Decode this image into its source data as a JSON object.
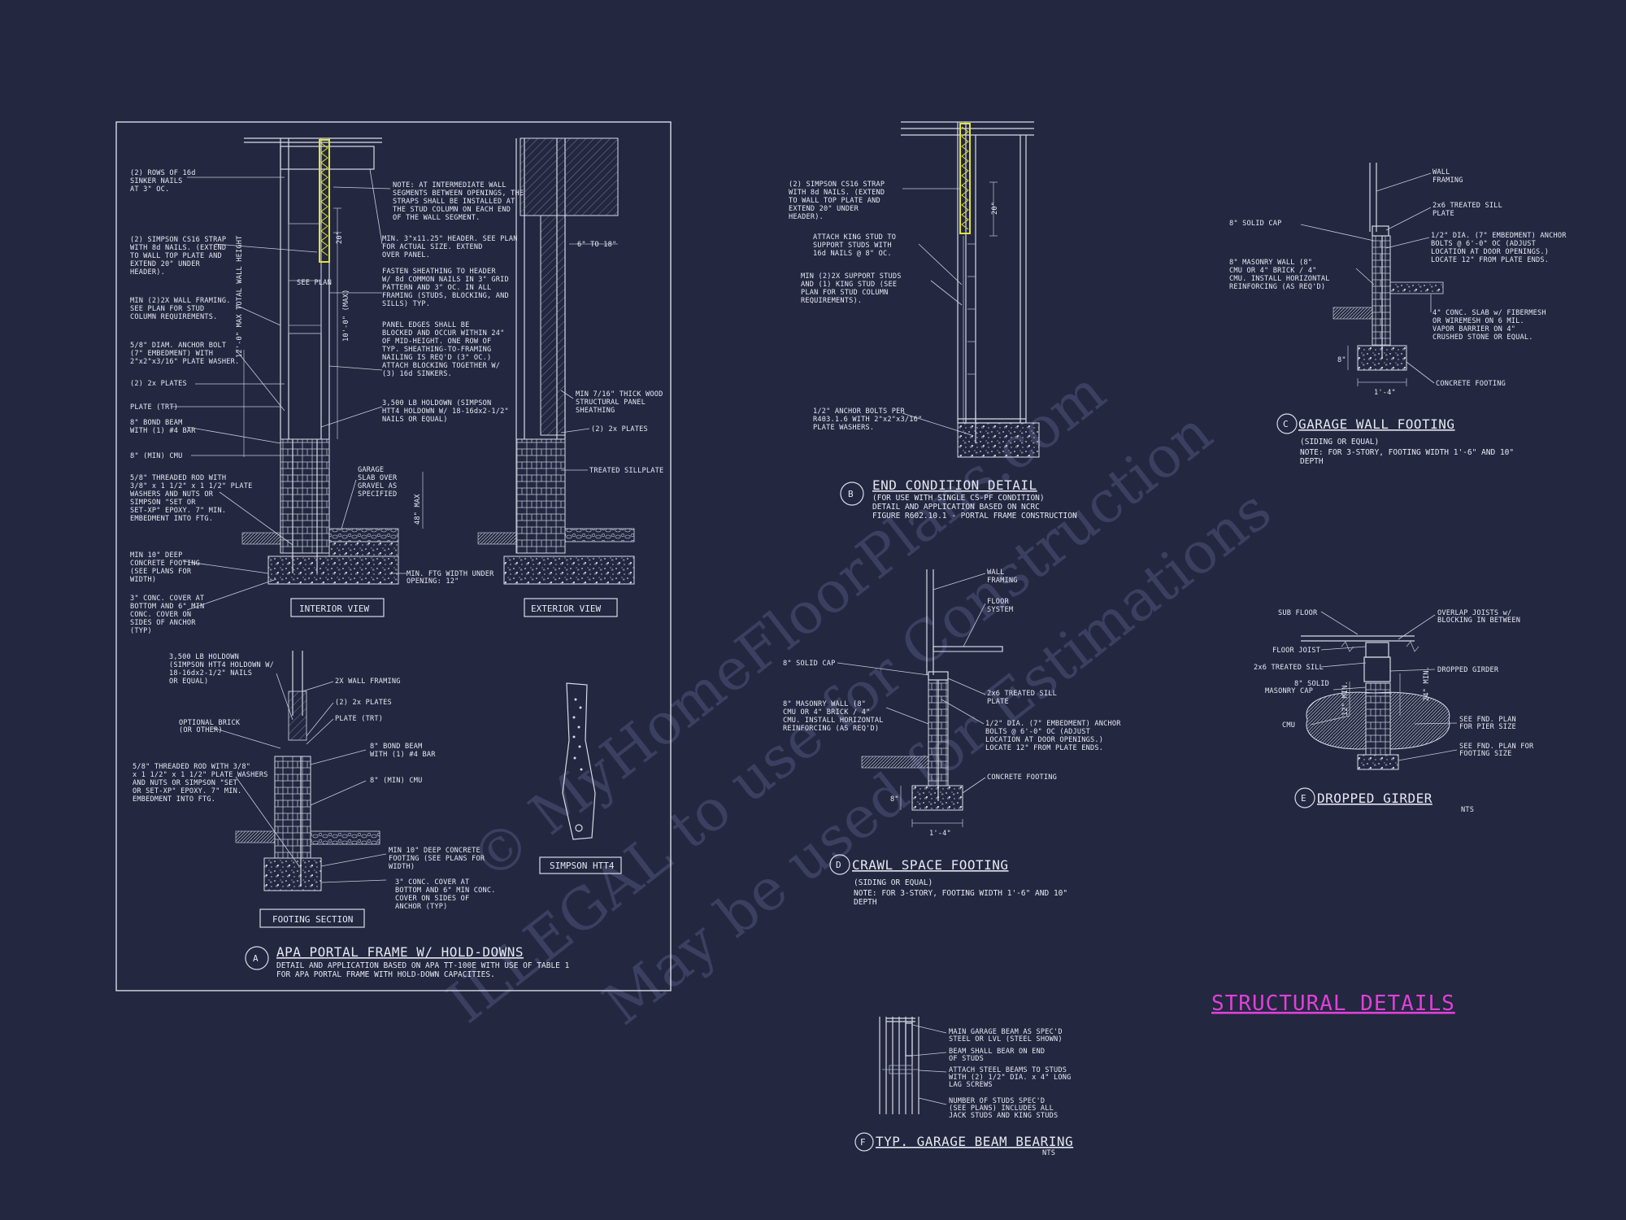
{
  "colors": {
    "background": "#232740",
    "linework": "#d8dbe6",
    "strap_highlight": "#e2e23a",
    "sheet_title": "#e040d8",
    "watermark": "#3b4060"
  },
  "sheet_title": "STRUCTURAL DETAILS",
  "watermark": {
    "line1": "© MyHomeFloorPlans.com",
    "line2": "ILLEGAL to use for Construction",
    "line3": "May be used for Estimations"
  },
  "details": {
    "a": {
      "letter": "A",
      "title": "APA PORTAL FRAME W/ HOLD-DOWNS",
      "desc1": "DETAIL AND APPLICATION BASED ON APA TT-100E WITH USE OF TABLE 1",
      "desc2": "FOR APA PORTAL FRAME WITH HOLD-DOWN CAPACITIES.",
      "interior_view": "INTERIOR VIEW",
      "exterior_view": "EXTERIOR VIEW",
      "footing_section": "FOOTING SECTION",
      "simpson_htt4": "SIMPSON HTT4",
      "dim_20": "20\"",
      "dim_max_height": "10'-0\" (MAX)",
      "dim_total_height": "12'-0\" MAX TOTAL WALL HEIGHT",
      "dim_48": "48\" MAX",
      "dim_6to18": "6\" TO 18\"",
      "see_plan": "SEE PLAN",
      "notes_left": [
        [
          "(2) ROWS OF 16d",
          "SINKER NAILS",
          "AT 3\" OC."
        ],
        [
          "(2) SIMPSON CS16 STRAP",
          "WITH 8d NAILS. (EXTEND",
          "TO WALL TOP PLATE AND",
          "EXTEND 20\" UNDER",
          "HEADER)."
        ],
        [
          "MIN (2)2X WALL FRAMING.",
          "SEE PLAN FOR STUD",
          "COLUMN REQUIREMENTS."
        ],
        [
          "5/8\" DIAM. ANCHOR BOLT",
          "(7\" EMBEDMENT) WITH",
          "2\"x2\"x3/16\" PLATE WASHER."
        ],
        [
          "(2) 2x PLATES"
        ],
        [
          "PLATE (TRT)"
        ],
        [
          "8\" BOND BEAM",
          "WITH (1) #4 BAR"
        ],
        [
          "8\" (MIN) CMU"
        ],
        [
          "5/8\" THREADED ROD WITH",
          "3/8\" x 1 1/2\" x 1 1/2\" PLATE",
          "WASHERS AND NUTS OR",
          "SIMPSON \"SET OR",
          "SET-XP\" EPOXY.  7\" MIN.",
          "EMBEDMENT INTO FTG."
        ],
        [
          "MIN 10\" DEEP",
          "CONCRETE FOOTING",
          "(SEE PLANS FOR",
          "WIDTH)"
        ],
        [
          "3\" CONC. COVER AT",
          "BOTTOM AND 6\" MIN",
          "CONC. COVER ON",
          "SIDES OF ANCHOR",
          "(TYP)"
        ]
      ],
      "notes_mid": [
        [
          "NOTE: AT INTERMEDIATE WALL",
          "SEGMENTS BETWEEN OPENINGS, THE",
          "STRAPS SHALL BE INSTALLED AT",
          "THE STUD COLUMN ON EACH END",
          "OF THE WALL SEGMENT."
        ],
        [
          "MIN. 3\"x11.25\" HEADER. SEE PLAN",
          "FOR ACTUAL SIZE. EXTEND",
          "OVER PANEL."
        ],
        [
          "FASTEN SHEATHING TO HEADER",
          "W/ 8d COMMON NAILS IN 3\" GRID",
          "PATTERN AND 3\" OC. IN ALL",
          "FRAMING (STUDS, BLOCKING, AND",
          "SILLS) TYP."
        ],
        [
          "PANEL EDGES SHALL BE",
          "BLOCKED AND OCCUR WITHIN 24\"",
          "OF MID-HEIGHT.  ONE ROW OF",
          "TYP. SHEATHING-TO-FRAMING",
          "NAILING IS REQ'D (3\" OC.)",
          "ATTACH BLOCKING TOGETHER W/",
          "(3) 16d SINKERS."
        ],
        [
          "3,500 LB HOLDOWN (SIMPSON",
          "HTT4 HOLDOWN W/ 18-16dx2-1/2\"",
          "NAILS OR EQUAL)"
        ],
        [
          "GARAGE",
          "SLAB OVER",
          "GRAVEL AS",
          "SPECIFIED"
        ],
        [
          "MIN. FTG WIDTH UNDER",
          "OPENING: 12\""
        ]
      ],
      "notes_ext": [
        [
          "MIN 7/16\" THICK WOOD",
          "STRUCTURAL PANEL",
          "SHEATHING"
        ],
        [
          "(2) 2x PLATES"
        ],
        [
          "TREATED SILLPLATE"
        ]
      ],
      "notes_footing": [
        [
          "3,500 LB HOLDOWN",
          "(SIMPSON HTT4 HOLDOWN W/",
          "18-16dx2-1/2\" NAILS",
          "OR EQUAL)"
        ],
        [
          "2X WALL FRAMING"
        ],
        [
          "(2) 2x PLATES"
        ],
        [
          "PLATE (TRT)"
        ],
        [
          "OPTIONAL BRICK",
          "(OR OTHER)"
        ],
        [
          "8\" BOND BEAM",
          "WITH (1) #4 BAR"
        ],
        [
          "5/8\" THREADED ROD WITH 3/8\"",
          "x 1 1/2\" x 1 1/2\" PLATE WASHERS",
          "AND NUTS OR SIMPSON \"SET",
          "OR SET-XP\" EPOXY.  7\" MIN.",
          "EMBEDMENT INTO FTG."
        ],
        [
          "8\" (MIN) CMU"
        ],
        [
          "MIN 10\" DEEP CONCRETE",
          "FOOTING (SEE PLANS FOR",
          "WIDTH)"
        ],
        [
          "3\" CONC. COVER AT",
          "BOTTOM AND 6\" MIN CONC.",
          "COVER ON SIDES OF",
          "ANCHOR (TYP)"
        ]
      ]
    },
    "b": {
      "letter": "B",
      "title": "END CONDITION DETAIL",
      "desc1": "(FOR USE WITH SINGLE CS-PF CONDITION)",
      "desc2": "DETAIL AND APPLICATION BASED ON NCRC",
      "desc3": "FIGURE R602.10.1 - PORTAL FRAME CONSTRUCTION",
      "dim_20": "20\"",
      "notes": [
        [
          "(2) SIMPSON CS16 STRAP",
          "WITH 8d NAILS. (EXTEND",
          "TO WALL TOP PLATE AND",
          "EXTEND 20\" UNDER",
          "HEADER)."
        ],
        [
          "ATTACH KING STUD TO",
          "SUPPORT STUDS WITH",
          "16d NAILS @ 8\" OC."
        ],
        [
          "MIN (2)2X SUPPORT STUDS",
          "AND (1) KING STUD (SEE",
          "PLAN FOR STUD COLUMN",
          "REQUIREMENTS)."
        ],
        [
          "1/2\" ANCHOR BOLTS PER",
          "R403.1.6 WITH 2\"x2\"x3/16\"",
          "PLATE WASHERS."
        ]
      ]
    },
    "c": {
      "letter": "C",
      "title": "GARAGE WALL FOOTING",
      "sub": "(SIDING OR EQUAL)",
      "note1": "NOTE: FOR 3-STORY, FOOTING WIDTH 1'-6\" AND 10\"",
      "note2": "DEPTH",
      "dim_width": "1'-4\"",
      "dim_depth": "8\"",
      "notes": [
        [
          "WALL",
          "FRAMING"
        ],
        [
          "2x6 TREATED SILL",
          "PLATE"
        ],
        [
          "8\" SOLID CAP"
        ],
        [
          "1/2\" DIA. (7\" EMBEDMENT) ANCHOR",
          "BOLTS @ 6'-0\" OC (ADJUST",
          "LOCATION AT DOOR OPENINGS.)",
          "LOCATE 12\" FROM PLATE ENDS."
        ],
        [
          "8\" MASONRY WALL (8\"",
          "CMU OR 4\" BRICK / 4\"",
          "CMU. INSTALL HORIZONTAL",
          "REINFORCING (AS REQ'D)"
        ],
        [
          "4\" CONC. SLAB w/ FIBERMESH",
          "OR WIREMESH ON 6 MIL.",
          "VAPOR BARRIER ON 4\"",
          "CRUSHED STONE OR EQUAL."
        ],
        [
          "CONCRETE FOOTING"
        ]
      ]
    },
    "d": {
      "letter": "D",
      "title": "CRAWL SPACE FOOTING",
      "sub": "(SIDING OR EQUAL)",
      "note1": "NOTE: FOR 3-STORY, FOOTING WIDTH 1'-6\" AND 10\"",
      "note2": "DEPTH",
      "dim_width": "1'-4\"",
      "dim_depth": "8\"",
      "notes": [
        [
          "WALL",
          "FRAMING"
        ],
        [
          "FLOOR",
          "SYSTEM"
        ],
        [
          "8\" SOLID CAP"
        ],
        [
          "2x6 TREATED SILL",
          "PLATE"
        ],
        [
          "8\" MASONRY WALL (8\"",
          "CMU OR 4\" BRICK / 4\"",
          "CMU. INSTALL HORIZONTAL",
          "REINFORCING (AS REQ'D)"
        ],
        [
          "1/2\" DIA. (7\" EMBEDMENT) ANCHOR",
          "BOLTS @ 6'-0\" OC (ADJUST",
          "LOCATION AT DOOR OPENINGS.)",
          "LOCATE 12\" FROM PLATE ENDS."
        ],
        [
          "CONCRETE FOOTING"
        ]
      ]
    },
    "e": {
      "letter": "E",
      "title": "DROPPED GIRDER",
      "nts": "NTS",
      "dim_12": "12\" MIN.",
      "dim_24": "24\" MIN.",
      "notes": [
        [
          "SUB FLOOR"
        ],
        [
          "OVERLAP JOISTS w/",
          "BLOCKING IN BETWEEN"
        ],
        [
          "FLOOR JOIST"
        ],
        [
          "2x6 TREATED SILL"
        ],
        [
          "DROPPED GIRDER"
        ],
        [
          "8\" SOLID",
          "MASONRY CAP"
        ],
        [
          "CMU"
        ],
        [
          "SEE FND. PLAN",
          "FOR PIER SIZE"
        ],
        [
          "SEE FND. PLAN FOR",
          "FOOTING SIZE"
        ]
      ]
    },
    "f": {
      "letter": "F",
      "title": "TYP. GARAGE BEAM BEARING",
      "nts": "NTS",
      "notes": [
        [
          "MAIN GARAGE BEAM AS SPEC'D",
          "STEEL OR LVL (STEEL SHOWN)"
        ],
        [
          "BEAM SHALL BEAR ON END",
          "OF STUDS"
        ],
        [
          "ATTACH STEEL BEAMS TO STUDS",
          "WITH (2) 1/2\" DIA. x 4\" LONG",
          "LAG SCREWS"
        ],
        [
          "NUMBER OF STUDS SPEC'D",
          "(SEE PLANS) INCLUDES ALL",
          "JACK STUDS AND KING STUDS"
        ]
      ]
    }
  }
}
